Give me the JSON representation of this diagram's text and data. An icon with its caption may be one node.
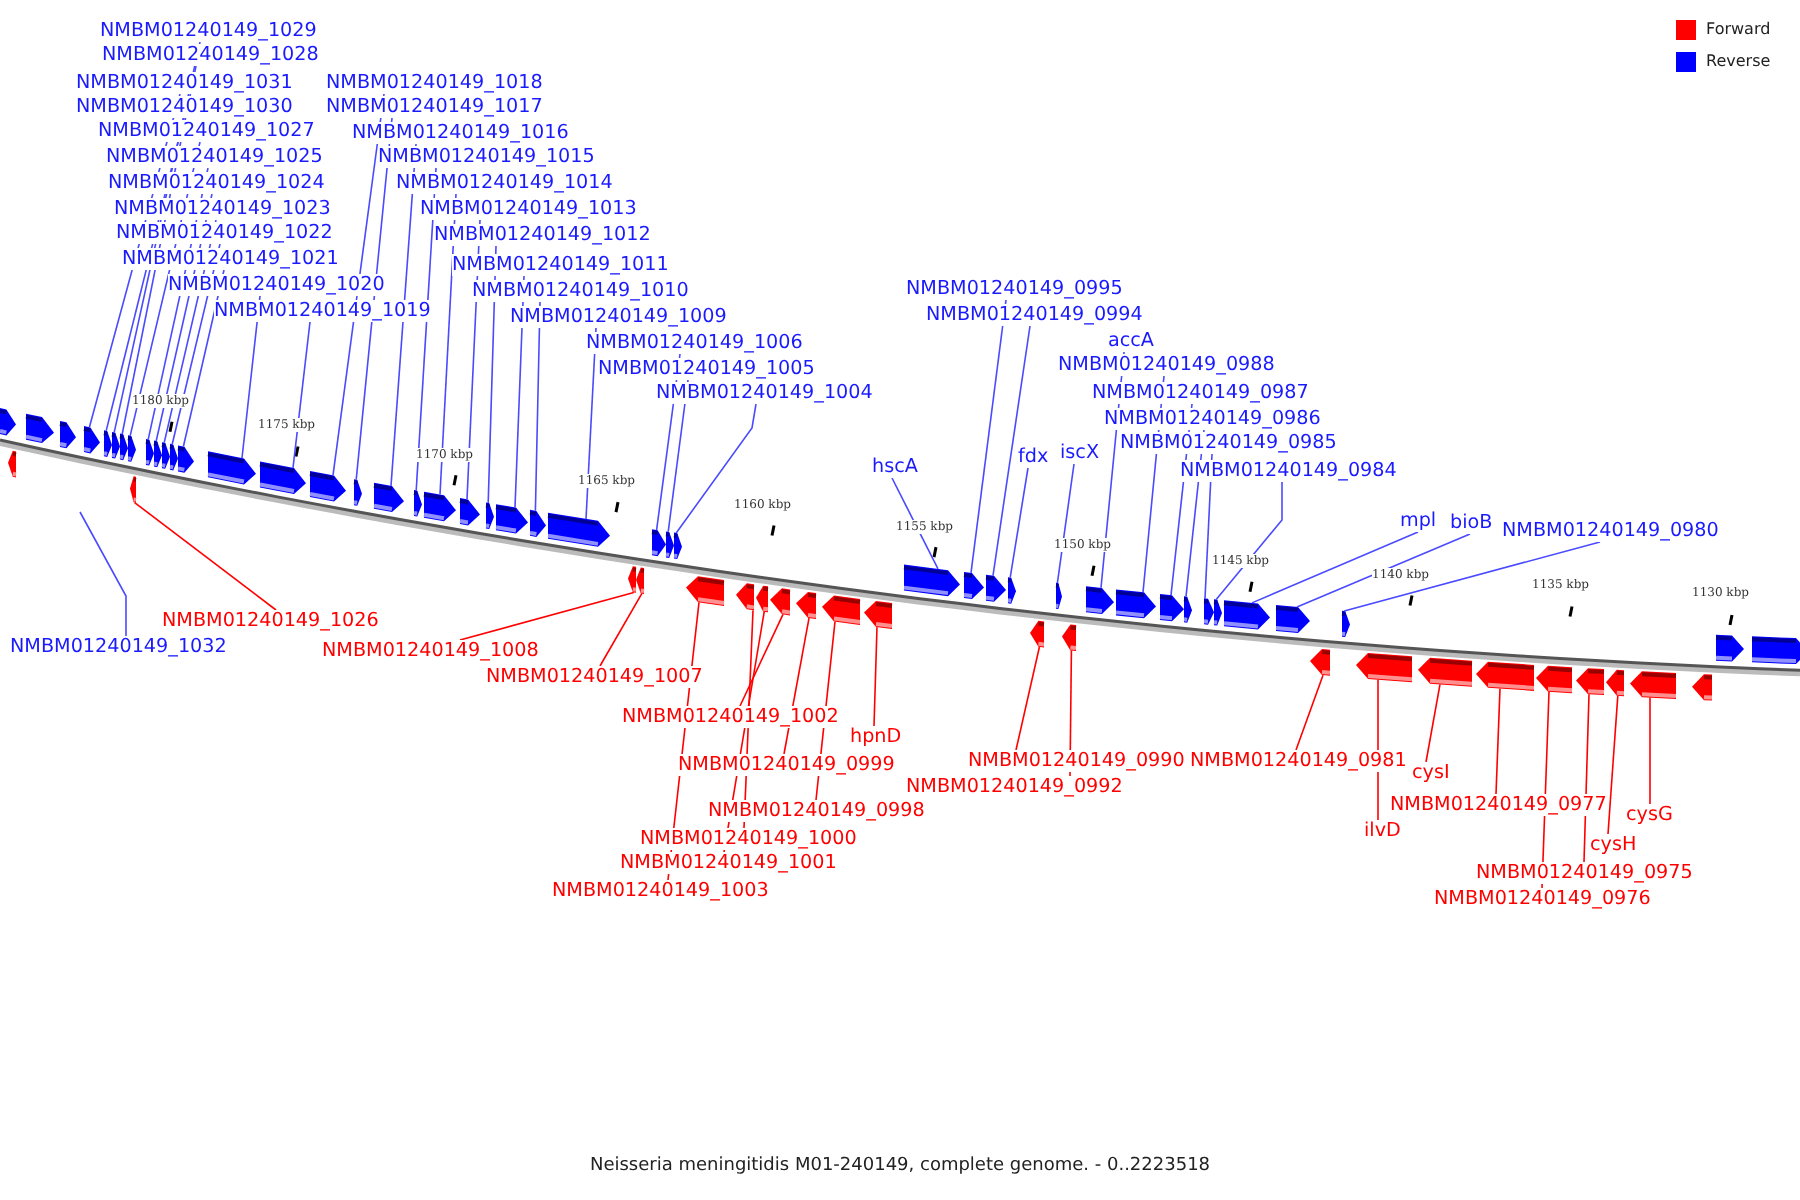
{
  "diagram": {
    "caption": "Neisseria meningitidis M01-240149, complete genome. - 0..2223518",
    "nodes": [
      {
        "text": [
          "NMBM01240149_1029"
        ]
      },
      {
        "text": [
          "NMBM01240149_1028"
        ]
      },
      {
        "text": [
          "NMBM01240149_1031"
        ]
      },
      {
        "text": [
          "NMBM01240149_1018"
        ]
      },
      {
        "text": [
          "NMBM01240149_1030"
        ]
      },
      {
        "text": [
          "NMBM01240149_1017"
        ]
      },
      {
        "text": [
          "NMBM01240149_1027"
        ]
      },
      {
        "text": [
          "NMBM01240149_1016"
        ]
      },
      {
        "text": [
          "NMBM01240149_1025"
        ]
      },
      {
        "text": [
          "NMBM01240149_1015"
        ]
      },
      {
        "text": [
          "NMBM01240149_1024"
        ]
      },
      {
        "text": [
          "NMBM01240149_1014"
        ]
      },
      {
        "text": [
          "NMBM01240149_1023"
        ]
      },
      {
        "text": [
          "NMBM01240149_1013"
        ]
      },
      {
        "text": [
          "NMBM01240149_1022"
        ]
      },
      {
        "text": [
          "NMBM01240149_1012"
        ]
      },
      {
        "text": [
          "NMBM01240149_1021"
        ]
      },
      {
        "text": [
          "NMBM01240149_1011"
        ]
      },
      {
        "text": [
          "NMBM01240149_1020"
        ]
      },
      {
        "text": [
          "NMBM01240149_1010"
        ]
      },
      {
        "text": [
          "NMBM01240149_1019"
        ]
      },
      {
        "text": [
          "NMBM01240149_1009"
        ]
      },
      {
        "text": [
          "NMBM01240149_0995"
        ]
      },
      {
        "text": [
          "NMBM01240149_0994"
        ]
      },
      {
        "text": [
          "NMBM01240149_1006"
        ]
      },
      {
        "text": [
          "accA"
        ]
      },
      {
        "text": [
          "NMBM01240149_1005"
        ]
      },
      {
        "text": [
          "NMBM01240149_0988"
        ]
      },
      {
        "text": [
          "NMBM01240149_1004"
        ]
      },
      {
        "text": [
          "NMBM01240149_0987"
        ]
      },
      {
        "text": [
          "NMBM01240149_0986"
        ]
      },
      {
        "text": [
          "NMBM01240149_0985"
        ]
      },
      {
        "text": [
          "fdx"
        ]
      },
      {
        "text": [
          "iscX"
        ]
      },
      {
        "text": [
          "hscA"
        ]
      },
      {
        "text": [
          "NMBM01240149_0984"
        ]
      },
      {
        "text": [
          "mpl"
        ]
      },
      {
        "text": [
          "bioB"
        ]
      },
      {
        "text": [
          "NMBM01240149_0980"
        ]
      },
      {
        "text": [
          "NMBM01240149_1026"
        ]
      },
      {
        "text": [
          "NMBM01240149_1032"
        ]
      },
      {
        "text": [
          "NMBM01240149_1008"
        ]
      },
      {
        "text": [
          "NMBM01240149_1007"
        ]
      },
      {
        "text": [
          "NMBM01240149_1002"
        ]
      },
      {
        "text": [
          "hpnD"
        ]
      },
      {
        "text": [
          "NMBM01240149_0990"
        ]
      },
      {
        "text": [
          "NMBM01240149_0981"
        ]
      },
      {
        "text": [
          "NMBM01240149_0999"
        ]
      },
      {
        "text": [
          "cysI"
        ]
      },
      {
        "text": [
          "NMBM01240149_0992"
        ]
      },
      {
        "text": [
          "NMBM01240149_0977"
        ]
      },
      {
        "text": [
          "NMBM01240149_0998"
        ]
      },
      {
        "text": [
          "cysG"
        ]
      },
      {
        "text": [
          "ilvD"
        ]
      },
      {
        "text": [
          "NMBM01240149_1000"
        ]
      },
      {
        "text": [
          "cysH"
        ]
      },
      {
        "text": [
          "NMBM01240149_1001"
        ]
      },
      {
        "text": [
          "NMBM01240149_0975"
        ]
      },
      {
        "text": [
          "NMBM01240149_1003"
        ]
      },
      {
        "text": [
          "NMBM01240149_0976"
        ]
      },
      {
        "text": [],
        "shape": "pentagon"
      },
      {
        "text": [],
        "shape": "pentagon"
      },
      {
        "text": [],
        "shape": "pentagon"
      },
      {
        "text": [],
        "shape": "pentagon"
      },
      {
        "text": [],
        "shape": "pentagon"
      },
      {
        "text": [],
        "shape": "pentagon"
      },
      {
        "text": [],
        "shape": "pentagon"
      },
      {
        "text": [],
        "shape": "pentagon"
      },
      {
        "text": [],
        "shape": "pentagon"
      },
      {
        "text": [],
        "shape": "pentagon"
      },
      {
        "text": [],
        "shape": "pentagon"
      },
      {
        "text": [],
        "shape": "pentagon"
      },
      {
        "text": [],
        "shape": "pentagon"
      },
      {
        "text": [],
        "shape": "pentagon"
      },
      {
        "text": [],
        "shape": "pentagon"
      },
      {
        "text": [],
        "shape": "pentagon"
      },
      {
        "text": [],
        "shape": "pentagon"
      },
      {
        "text": [],
        "shape": "pentagon"
      },
      {
        "text": [],
        "shape": "pentagon"
      },
      {
        "text": [],
        "shape": "pentagon"
      },
      {
        "text": [],
        "shape": "pentagon"
      },
      {
        "text": [],
        "shape": "pentagon"
      },
      {
        "text": [],
        "shape": "pentagon"
      },
      {
        "text": [],
        "shape": "pentagon"
      },
      {
        "text": [],
        "shape": "pentagon"
      },
      {
        "text": [],
        "shape": "pentagon"
      },
      {
        "text": [],
        "shape": "pentagon"
      },
      {
        "text": [],
        "shape": "pentagon"
      },
      {
        "text": [],
        "shape": "pentagon"
      },
      {
        "text": [],
        "shape": "pentagon"
      },
      {
        "text": [],
        "shape": "pentagon"
      },
      {
        "text": [],
        "shape": "pentagon"
      },
      {
        "text": [],
        "shape": "pentagon"
      },
      {
        "text": [],
        "shape": "pentagon"
      },
      {
        "text": [],
        "shape": "pentagon"
      },
      {
        "text": [],
        "shape": "pentagon"
      },
      {
        "text": [],
        "shape": "pentagon"
      },
      {
        "text": [],
        "shape": "pentagon"
      },
      {
        "text": [],
        "shape": "pentagon"
      },
      {
        "text": [],
        "shape": "pentagon"
      },
      {
        "text": [],
        "shape": "pentagon"
      },
      {
        "text": [],
        "shape": "pentagon"
      },
      {
        "text": [],
        "shape": "pentagon"
      },
      {
        "text": [],
        "shape": "pentagon"
      },
      {
        "text": [],
        "shape": "pentagon"
      },
      {
        "text": [],
        "shape": "pentagon"
      },
      {
        "text": [],
        "shape": "pentagon"
      },
      {
        "text": [],
        "shape": "pentagon"
      },
      {
        "text": [],
        "shape": "pentagon"
      },
      {
        "text": [],
        "shape": "pentagon"
      },
      {
        "text": [],
        "shape": "pentagon"
      },
      {
        "text": [],
        "shape": "pentagon"
      },
      {
        "text": [],
        "shape": "pentagon"
      },
      {
        "text": [],
        "shape": "pentagon"
      },
      {
        "text": [],
        "shape": "pentagon"
      },
      {
        "text": [],
        "shape": "pentagon"
      },
      {
        "text": [],
        "shape": "pentagon"
      },
      {
        "text": [],
        "shape": "pentagon"
      },
      {
        "text": [],
        "shape": "pentagon"
      },
      {
        "text": [],
        "shape": "pentagon"
      },
      {
        "text": [],
        "shape": "pentagon"
      },
      {
        "text": [],
        "shape": "pentagon"
      },
      {
        "text": [],
        "shape": "pentagon"
      },
      {
        "text": [],
        "shape": "pentagon"
      },
      {
        "text": [],
        "shape": "pentagon"
      },
      {
        "text": [],
        "shape": "pentagon"
      }
    ],
    "edges": [
      {
        "from": 0,
        "to": 66,
        "arrow": "none"
      },
      {
        "from": 1,
        "to": 67,
        "arrow": "none"
      },
      {
        "from": 2,
        "to": 64,
        "arrow": "none"
      },
      {
        "from": 3,
        "to": 77,
        "arrow": "none"
      },
      {
        "from": 4,
        "to": 65,
        "arrow": "none"
      },
      {
        "from": 5,
        "to": 78,
        "arrow": "none"
      },
      {
        "from": 6,
        "to": 68,
        "arrow": "none"
      },
      {
        "from": 7,
        "to": 79,
        "arrow": "none"
      },
      {
        "from": 8,
        "to": 70,
        "arrow": "none"
      },
      {
        "from": 9,
        "to": 80,
        "arrow": "none"
      },
      {
        "from": 10,
        "to": 71,
        "arrow": "none"
      },
      {
        "from": 11,
        "to": 81,
        "arrow": "none"
      },
      {
        "from": 12,
        "to": 72,
        "arrow": "none"
      },
      {
        "from": 13,
        "to": 82,
        "arrow": "none"
      },
      {
        "from": 14,
        "to": 73,
        "arrow": "none"
      },
      {
        "from": 15,
        "to": 83,
        "arrow": "none"
      },
      {
        "from": 16,
        "to": 74,
        "arrow": "none"
      },
      {
        "from": 17,
        "to": 84,
        "arrow": "none"
      },
      {
        "from": 18,
        "to": 75,
        "arrow": "none"
      },
      {
        "from": 19,
        "to": 85,
        "arrow": "none"
      },
      {
        "from": 20,
        "to": 76,
        "arrow": "none"
      },
      {
        "from": 21,
        "to": 86,
        "arrow": "none"
      },
      {
        "from": 22,
        "to": 100,
        "arrow": "none"
      },
      {
        "from": 23,
        "to": 101,
        "arrow": "none"
      },
      {
        "from": 24,
        "to": 89,
        "arrow": "none"
      },
      {
        "from": 25,
        "to": 106,
        "arrow": "none"
      },
      {
        "from": 26,
        "to": 90,
        "arrow": "none"
      },
      {
        "from": 27,
        "to": 107,
        "arrow": "none"
      },
      {
        "from": 28,
        "to": 91,
        "arrow": "none"
      },
      {
        "from": 29,
        "to": 108,
        "arrow": "none"
      },
      {
        "from": 30,
        "to": 109,
        "arrow": "none"
      },
      {
        "from": 31,
        "to": 110,
        "arrow": "none"
      },
      {
        "from": 32,
        "to": 102,
        "arrow": "none"
      },
      {
        "from": 33,
        "to": 104,
        "arrow": "none"
      },
      {
        "from": 34,
        "to": 99,
        "arrow": "none"
      },
      {
        "from": 35,
        "to": 111,
        "arrow": "none"
      },
      {
        "from": 36,
        "to": 112,
        "arrow": "none"
      },
      {
        "from": 37,
        "to": 113,
        "arrow": "none"
      },
      {
        "from": 38,
        "to": 115,
        "arrow": "none"
      },
      {
        "from": 39,
        "to": 69,
        "arrow": "none",
        "color": "#ff0000"
      },
      {
        "from": 40,
        "to": null,
        "arrow": "none"
      },
      {
        "from": 41,
        "to": 87,
        "arrow": "none",
        "color": "#ff0000"
      },
      {
        "from": 42,
        "to": 88,
        "arrow": "none",
        "color": "#ff0000"
      },
      {
        "from": 43,
        "to": 95,
        "arrow": "none",
        "color": "#ff0000"
      },
      {
        "from": 44,
        "to": 98,
        "arrow": "none",
        "color": "#ff0000"
      },
      {
        "from": 45,
        "to": 103,
        "arrow": "none",
        "color": "#ff0000"
      },
      {
        "from": 46,
        "to": 114,
        "arrow": "none",
        "color": "#ff0000"
      },
      {
        "from": 47,
        "to": 96,
        "arrow": "none",
        "color": "#ff0000"
      },
      {
        "from": 48,
        "to": 117,
        "arrow": "none",
        "color": "#ff0000"
      },
      {
        "from": 49,
        "to": 105,
        "arrow": "none",
        "color": "#ff0000"
      },
      {
        "from": 50,
        "to": 118,
        "arrow": "none",
        "color": "#ff0000"
      },
      {
        "from": 51,
        "to": 97,
        "arrow": "none",
        "color": "#ff0000"
      },
      {
        "from": 52,
        "to": 122,
        "arrow": "none",
        "color": "#ff0000"
      },
      {
        "from": 53,
        "to": 116,
        "arrow": "none",
        "color": "#ff0000"
      },
      {
        "from": 54,
        "to": 93,
        "arrow": "none",
        "color": "#ff0000"
      },
      {
        "from": 55,
        "to": 121,
        "arrow": "none",
        "color": "#ff0000"
      },
      {
        "from": 56,
        "to": 94,
        "arrow": "none",
        "color": "#ff0000"
      },
      {
        "from": 57,
        "to": 120,
        "arrow": "none",
        "color": "#ff0000"
      },
      {
        "from": 58,
        "to": 92,
        "arrow": "none",
        "color": "#ff0000"
      },
      {
        "from": 59,
        "to": 119,
        "arrow": "none",
        "color": "#ff0000"
      }
    ],
    "labels": [
      "1180 kbp",
      "1175 kbp",
      "1170 kbp",
      "1165 kbp",
      "1160 kbp",
      "1155 kbp",
      "1150 kbp",
      "1145 kbp",
      "1140 kbp",
      "1135 kbp",
      "1130 kbp"
    ],
    "legend": [
      {
        "text": "Forward",
        "color": "#ff0000"
      },
      {
        "text": "Reverse",
        "color": "#0000ff"
      }
    ]
  }
}
